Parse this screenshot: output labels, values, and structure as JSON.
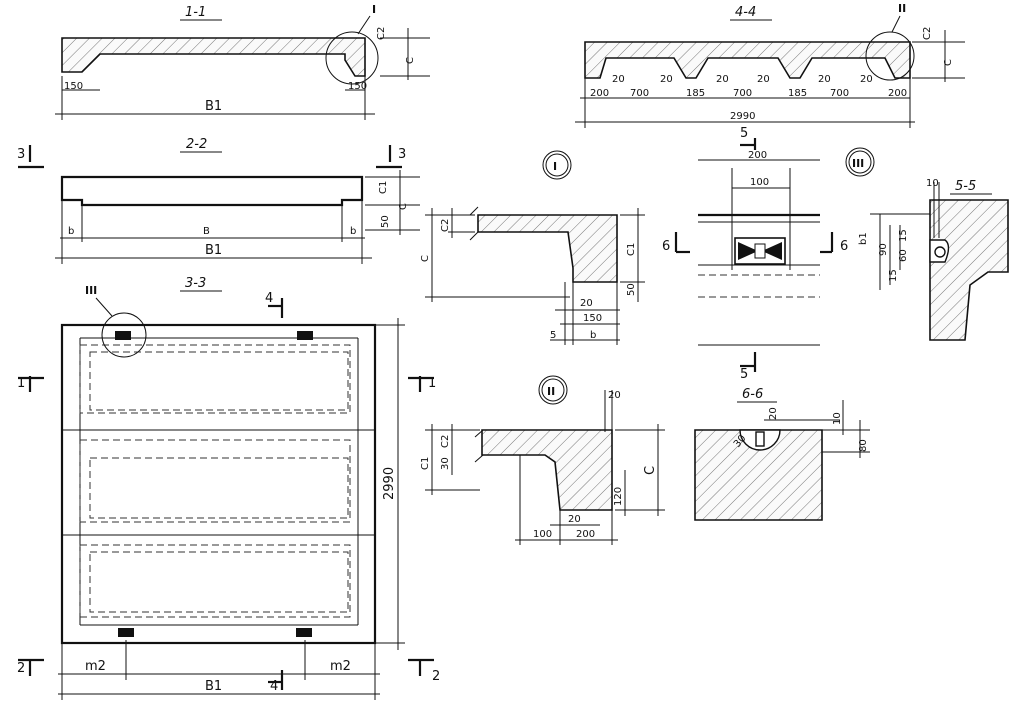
{
  "sections": {
    "s11": {
      "title": "1-1",
      "callout": "I",
      "dims": {
        "c2": "C2",
        "c": "C",
        "left": "150",
        "right": "150",
        "width": "B1"
      }
    },
    "s44": {
      "title": "4-4",
      "callout": "II",
      "dims": {
        "c2": "C2",
        "c": "C",
        "d200a": "200",
        "d20a": "20",
        "d20b": "20",
        "d700a": "700",
        "d185a": "185",
        "d20c": "20",
        "d20d": "20",
        "d700b": "700",
        "d185b": "185",
        "d20e": "20",
        "d20f": "20",
        "d700c": "700",
        "d200b": "200",
        "total": "2990"
      }
    },
    "s22": {
      "title": "2-2",
      "cut_left": "3",
      "cut_right": "3",
      "dims": {
        "c1": "C1",
        "c": "C",
        "d50": "50",
        "b_left": "b",
        "b_mid": "B",
        "b_right": "b",
        "width": "B1"
      }
    },
    "s33": {
      "title": "3-3",
      "callout": "III",
      "cut4_top": "4",
      "cut4_bottom": "4",
      "cut1_left": "1",
      "cut1_right": "1",
      "cut2_left": "2",
      "cut2_right": "2",
      "dims": {
        "height": "2990",
        "m2_left": "m2",
        "m2_right": "m2",
        "width": "B1"
      }
    },
    "detI": {
      "marker": "I",
      "dims": {
        "c2": "C2",
        "c": "C",
        "c1": "C1",
        "d50": "50",
        "d20": "20",
        "d150": "150",
        "d5": "5",
        "b": "b"
      }
    },
    "detII": {
      "marker": "II",
      "dims": {
        "top20": "20",
        "c1": "C1",
        "c2": "C2",
        "d30": "30",
        "c": "C",
        "d120": "120",
        "d20": "20",
        "d100": "100",
        "d200": "200"
      }
    },
    "view55": {
      "cut_top": "5",
      "d200": "200",
      "d100": "100",
      "cut_left": "6",
      "cut_right": "6",
      "cut_bottom": "5"
    },
    "detIII": {
      "marker": "III",
      "title": "5-5",
      "dims": {
        "d10": "10",
        "b1": "b1",
        "d90": "90",
        "d15a": "15",
        "d60": "60",
        "d15b": "15"
      }
    },
    "s66": {
      "title": "6-6",
      "dims": {
        "d10": "10",
        "d20": "20",
        "d80": "80",
        "d30": "30"
      }
    }
  }
}
